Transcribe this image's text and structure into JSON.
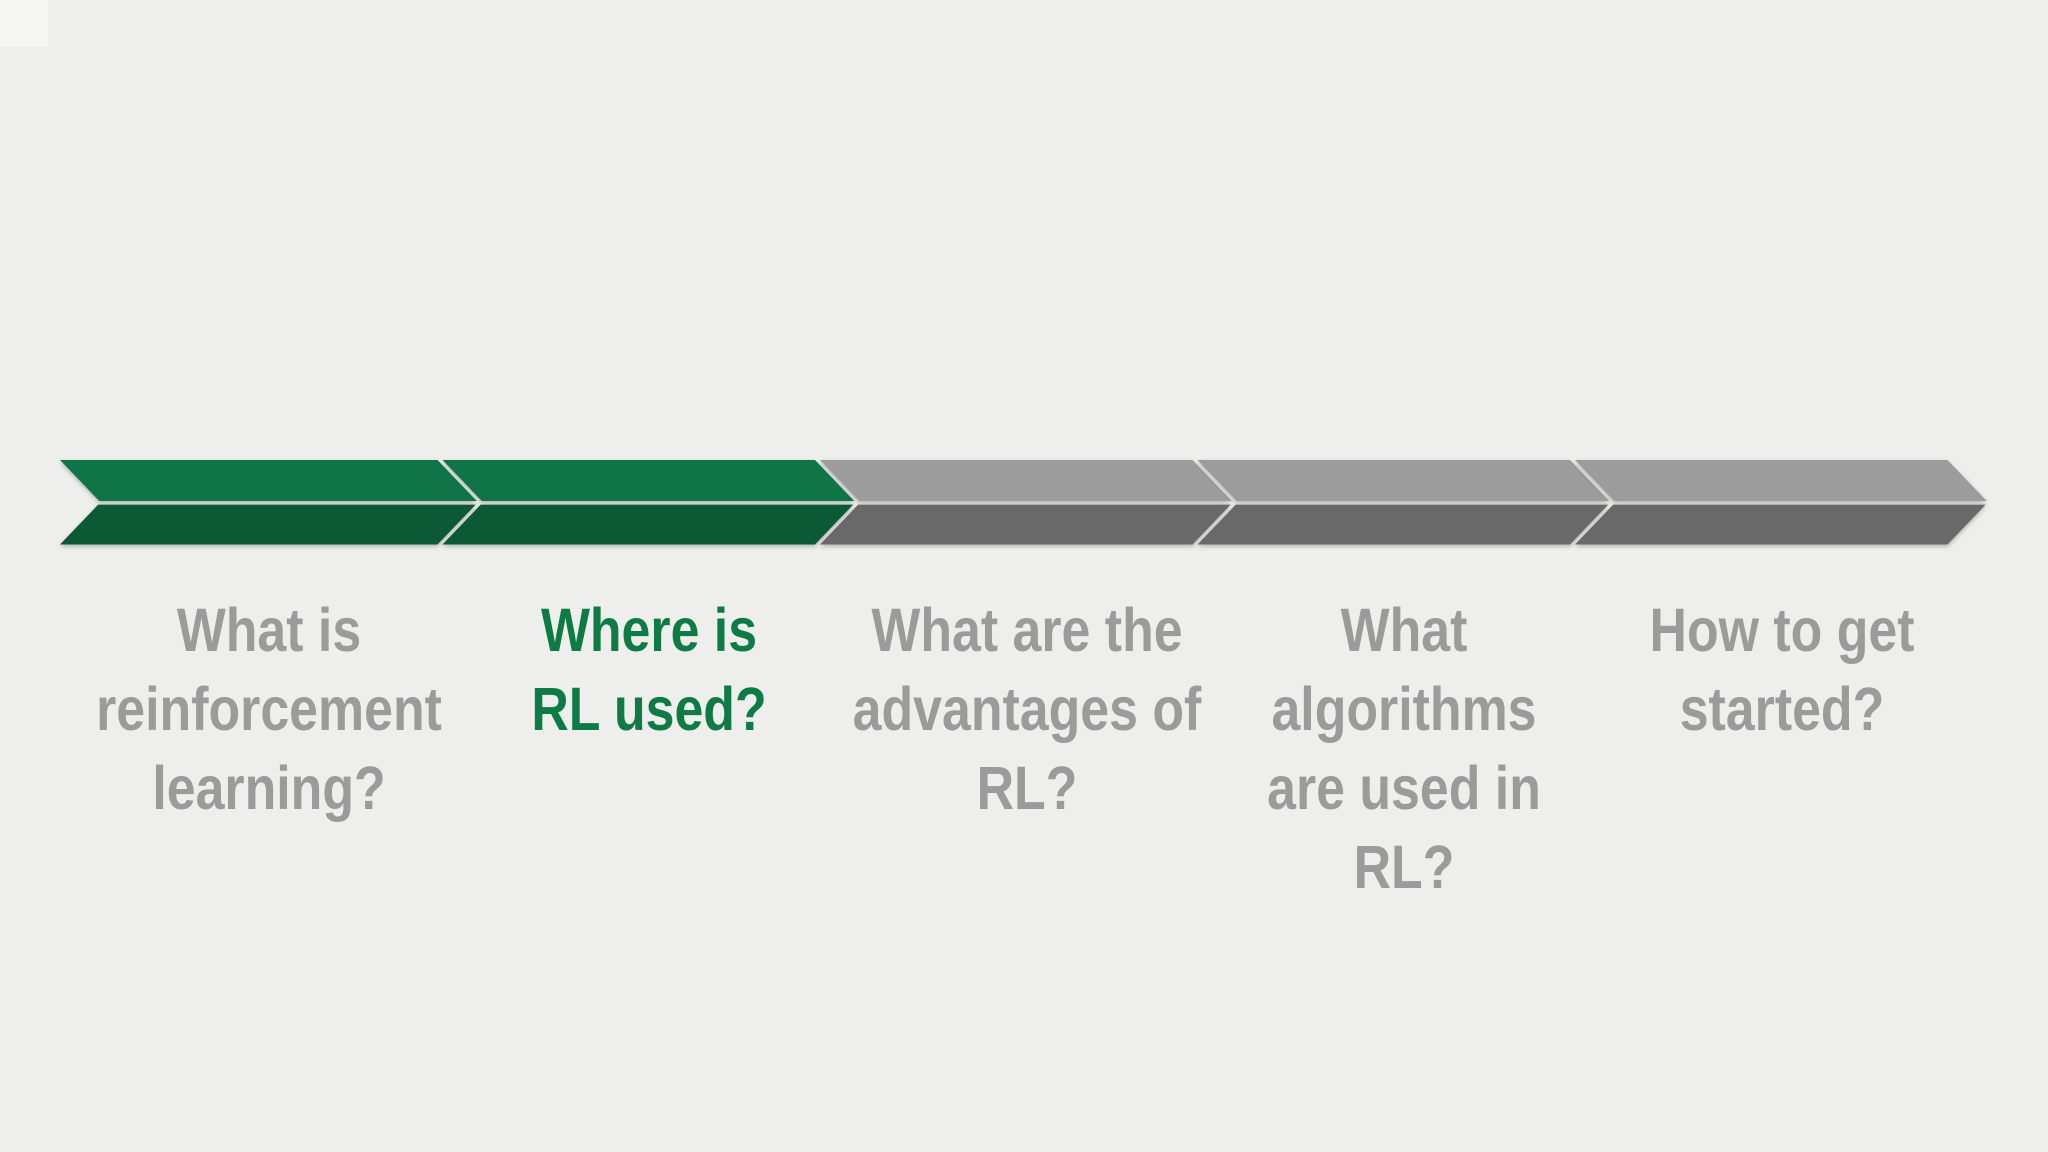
{
  "diagram": {
    "type": "process-chevron-timeline",
    "total_steps": 5,
    "completed_or_active_steps": 2,
    "current_step_index": 2
  },
  "steps": [
    {
      "label": "What is\nreinforcement\nlearning?",
      "state": "completed"
    },
    {
      "label": "Where is\nRL used?",
      "state": "current"
    },
    {
      "label": "What are the\nadvantages of\nRL?",
      "state": "upcoming"
    },
    {
      "label": "What\nalgorithms\nare used in\nRL?",
      "state": "upcoming"
    },
    {
      "label": "How to get\nstarted?",
      "state": "upcoming"
    }
  ],
  "colors": {
    "background": "#EEEEEC",
    "active_top": "#0F7549",
    "active_bottom": "#0B5935",
    "inactive_top": "#9C9C9C",
    "inactive_bottom": "#696969",
    "label_inactive": "#9B9B9B",
    "label_active": "#0E7B45"
  }
}
